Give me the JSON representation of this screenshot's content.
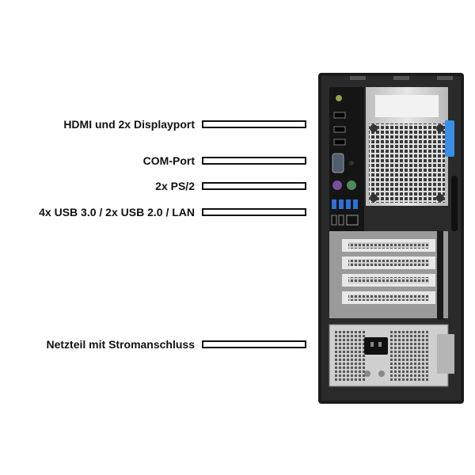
{
  "callouts": [
    {
      "text": "HDMI und 2x Displayport"
    },
    {
      "text": "COM-Port"
    },
    {
      "text": "2x PS/2"
    },
    {
      "text": "4x USB 3.0 / 2x USB 2.0 / LAN"
    },
    {
      "text": "Netzteil mit Stromanschluss"
    }
  ],
  "colors": {
    "label": "#111111",
    "case": "#1b1b1b",
    "panel": "#d9d9d9",
    "accent_blue": "#3a8ee6"
  }
}
